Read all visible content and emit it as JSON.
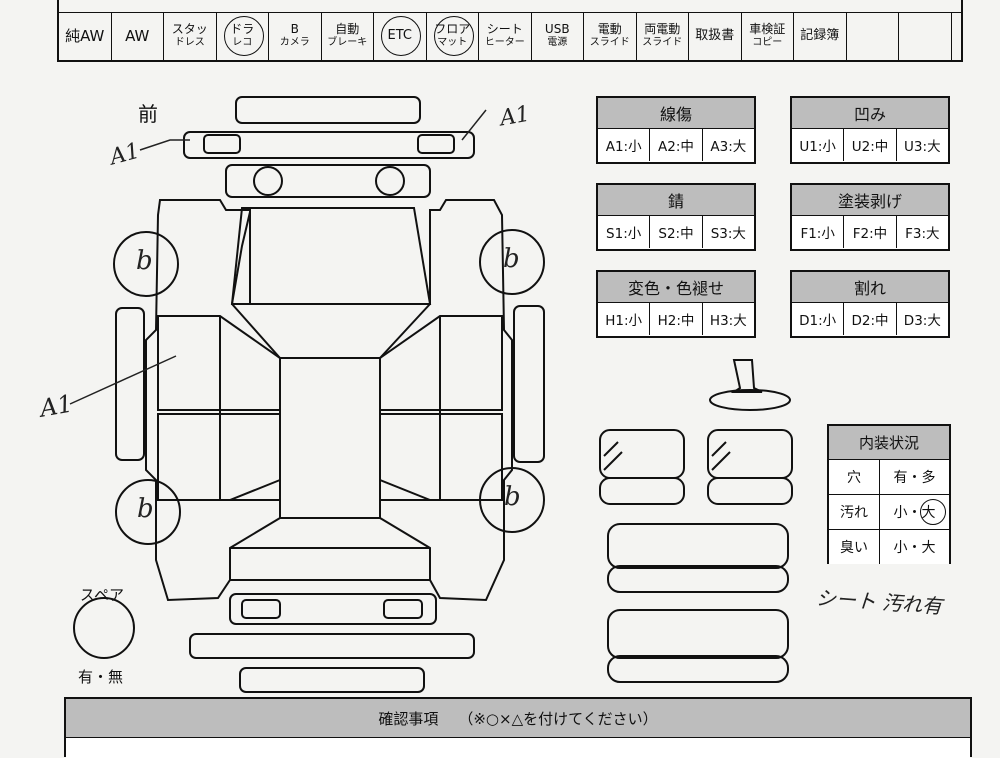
{
  "options": [
    {
      "l1": "純AW",
      "l2": "",
      "style": "big"
    },
    {
      "l1": "AW",
      "l2": "",
      "style": "big"
    },
    {
      "l1": "スタッ",
      "l2": "ドレス",
      "style": ""
    },
    {
      "l1": "ドラ",
      "l2": "レコ",
      "style": "",
      "circled": true
    },
    {
      "l1": "B",
      "l2": "カメラ",
      "style": ""
    },
    {
      "l1": "自動",
      "l2": "ブレーキ",
      "style": ""
    },
    {
      "l1": "ETC",
      "l2": "",
      "style": "mid",
      "circled": true
    },
    {
      "l1": "フロア",
      "l2": "マット",
      "style": "",
      "circled": true
    },
    {
      "l1": "シート",
      "l2": "ヒーター",
      "style": ""
    },
    {
      "l1": "USB",
      "l2": "電源",
      "style": "mid"
    },
    {
      "l1": "電動",
      "l2": "スライド",
      "style": ""
    },
    {
      "l1": "両電動",
      "l2": "スライド",
      "style": ""
    },
    {
      "l1": "取扱書",
      "l2": "",
      "style": "mid"
    },
    {
      "l1": "車検証",
      "l2": "コピー",
      "style": ""
    },
    {
      "l1": "記録簿",
      "l2": "",
      "style": "mid"
    },
    {
      "l1": "",
      "l2": "",
      "style": ""
    },
    {
      "l1": "",
      "l2": "",
      "style": ""
    }
  ],
  "front_label": "前",
  "legends": [
    {
      "title": "線傷",
      "codes": [
        "A1:小",
        "A2:中",
        "A3:大"
      ]
    },
    {
      "title": "凹み",
      "codes": [
        "U1:小",
        "U2:中",
        "U3:大"
      ]
    },
    {
      "title": "錆",
      "codes": [
        "S1:小",
        "S2:中",
        "S3:大"
      ]
    },
    {
      "title": "塗装剥げ",
      "codes": [
        "F1:小",
        "F2:中",
        "F3:大"
      ]
    },
    {
      "title": "変色・色褪せ",
      "codes": [
        "H1:小",
        "H2:中",
        "H3:大"
      ]
    },
    {
      "title": "割れ",
      "codes": [
        "D1:小",
        "D2:中",
        "D3:大"
      ]
    }
  ],
  "interior": {
    "title": "内装状況",
    "rows": [
      {
        "label": "穴",
        "value": "有・多"
      },
      {
        "label": "汚れ",
        "value": "小・大"
      },
      {
        "label": "臭い",
        "value": "小・大"
      }
    ]
  },
  "spare": {
    "label": "スペア",
    "value": "有・無"
  },
  "handwritten": {
    "mark_a1_front_left": "A1",
    "mark_a1_front_right": "A1",
    "mark_a1_side": "A1",
    "tire_mark": "b",
    "seat_note": "シート 汚れ有"
  },
  "bottom": {
    "title": "確認事項",
    "subtitle": "（※○×△を付けてください）"
  }
}
